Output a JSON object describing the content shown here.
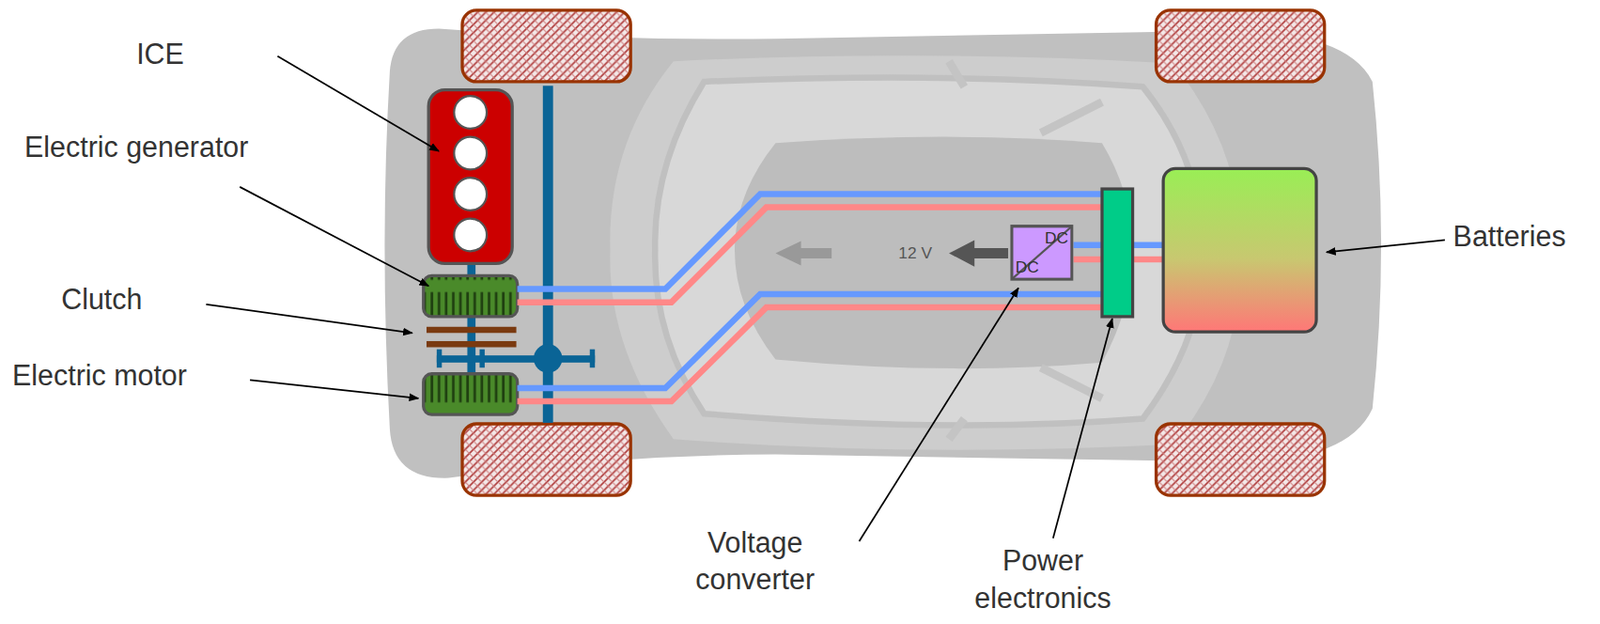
{
  "diagram": {
    "nodes": [
      {
        "text": [
          "DC",
          "DC"
        ]
      }
    ],
    "labels": [
      "ICE",
      "Electric generator",
      "Clutch",
      "Electric motor",
      "Batteries",
      "Voltage converter",
      "Power electronics",
      "12 V"
    ]
  }
}
